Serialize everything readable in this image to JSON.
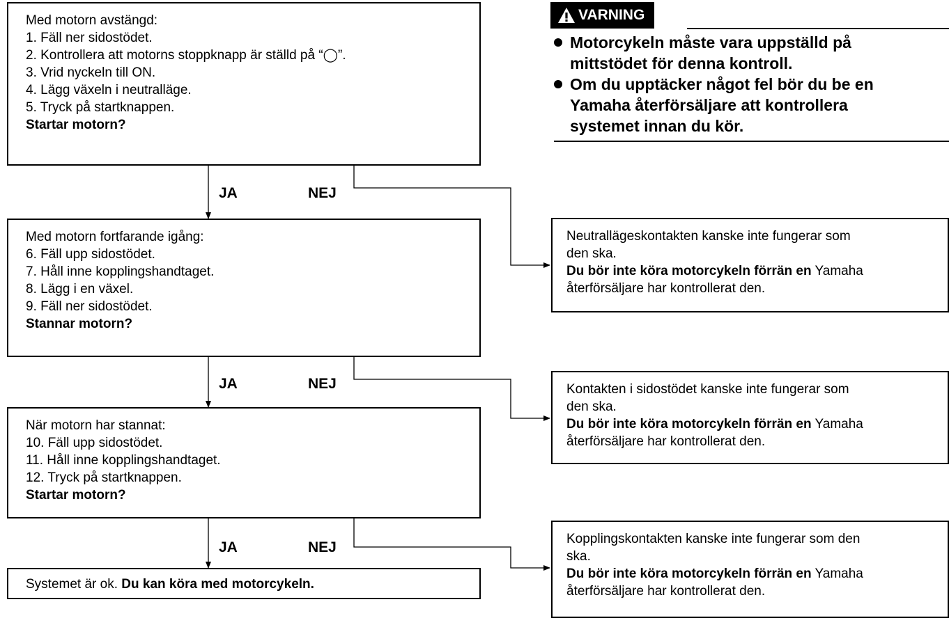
{
  "warning": {
    "title": "VARNING",
    "icon": "warning-triangle-icon",
    "items": [
      {
        "lines": [
          "Motorcykeln måste vara uppställd på",
          "mittstödet för denna kontroll."
        ]
      },
      {
        "lines": [
          "Om du upptäcker något fel bör du be en",
          "Yamaha återförsäljare att kontrollera",
          "systemet innan du kör."
        ]
      }
    ]
  },
  "steps": [
    {
      "heading": "Med motorn avstängd:",
      "items": [
        "1. Fäll ner sidostödet.",
        "2. Kontrollera att motorns stoppknapp är ställd på “◯”.",
        "3. Vrid nyckeln till ON.",
        "4. Lägg växeln i neutralläge.",
        "5. Tryck på startknappen."
      ],
      "question": "Startar motorn?"
    },
    {
      "heading": "Med motorn fortfarande igång:",
      "items": [
        "6. Fäll upp sidostödet.",
        "7. Håll inne kopplingshandtaget.",
        "8. Lägg i en växel.",
        "9. Fäll ner sidostödet."
      ],
      "question": "Stannar motorn?"
    },
    {
      "heading": "När motorn har stannat:",
      "items": [
        "10. Fäll upp sidostödet.",
        "11. Håll inne kopplingshandtaget.",
        "12. Tryck på startknappen."
      ],
      "question": "Startar motorn?"
    }
  ],
  "branches": {
    "yes": "JA",
    "no": "NEJ"
  },
  "results": [
    {
      "lines": [
        "Neutrallägeskontakten kanske inte fungerar som",
        "den ska."
      ],
      "bold": "Du bör inte köra motorcykeln förrän en",
      "rest1": " Yamaha",
      "rest2": "återförsäljare har kontrollerat den."
    },
    {
      "lines": [
        "Kontakten i sidostödet kanske inte fungerar som",
        "den ska."
      ],
      "bold": "Du bör inte köra motorcykeln förrän en",
      "rest1": " Yamaha",
      "rest2": "återförsäljare har kontrollerat den."
    },
    {
      "lines": [
        "Kopplingskontakten kanske inte fungerar som den",
        "ska."
      ],
      "bold": "Du bör inte köra motorcykeln förrän en",
      "rest1": " Yamaha",
      "rest2": "återförsäljare har kontrollerat den."
    }
  ],
  "final": {
    "text": "Systemet är ok. ",
    "bold": "Du kan köra med motorcykeln."
  }
}
